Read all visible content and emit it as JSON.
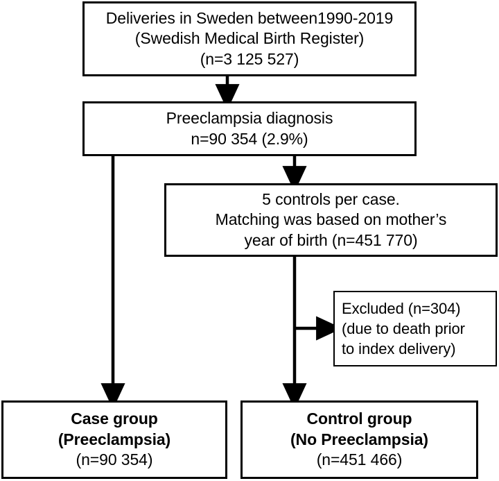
{
  "diagram": {
    "title": "Study population flowchart",
    "colors": {
      "stroke": "#000000",
      "background": "#ffffff",
      "text": "#000000"
    },
    "nodes": {
      "deliveries": {
        "name": "deliveries-box",
        "lines": [
          "Deliveries in Sweden between1990-2019",
          "(Swedish Medical Birth Register)",
          "(n=3 125 527)"
        ]
      },
      "preeclampsia": {
        "name": "preeclampsia-diagnosis-box",
        "lines": [
          "Preeclampsia diagnosis",
          "n=90 354 (2.9%)"
        ]
      },
      "controls": {
        "name": "controls-matching-box",
        "lines": [
          "5 controls per case.",
          "Matching was based on mother’s",
          "year of birth (n=451 770)"
        ]
      },
      "excluded": {
        "name": "excluded-box",
        "lines": [
          "Excluded (n=304)",
          "(due to death prior",
          "to index delivery)"
        ]
      },
      "case_group": {
        "name": "case-group-box",
        "lines": [
          "Case group",
          "(Preeclampsia)",
          "(n=90 354)"
        ]
      },
      "control_group": {
        "name": "control-group-box",
        "lines": [
          "Control group",
          "(No Preeclampsia)",
          "(n=451 466)"
        ]
      }
    },
    "edges": [
      {
        "name": "deliveries-to-preeclampsia",
        "from": "deliveries",
        "to": "preeclampsia",
        "arrow": "down"
      },
      {
        "name": "preeclampsia-to-controls",
        "from": "preeclampsia",
        "to": "controls",
        "arrow": "down"
      },
      {
        "name": "preeclampsia-to-case-group",
        "from": "preeclampsia",
        "to": "case_group",
        "arrow": "down"
      },
      {
        "name": "controls-to-control-group",
        "from": "controls",
        "to": "control_group",
        "arrow": "down"
      },
      {
        "name": "controls-to-excluded",
        "from": "controls",
        "to": "excluded",
        "arrow": "right"
      }
    ]
  }
}
